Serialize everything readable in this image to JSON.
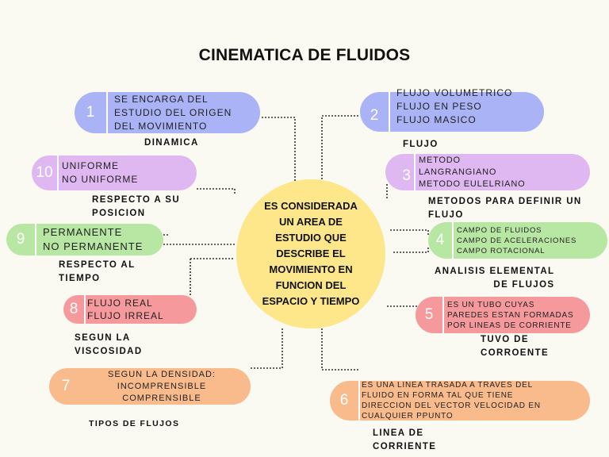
{
  "title": "CINEMATICA DE FLUIDOS",
  "center_text": "ES CONSIDERADA UN AREA DE ESTUDIO QUE DESCRIBE EL MOVIMIENTO EN FUNCION DEL ESPACIO Y TIEMPO",
  "nodes": [
    {
      "number": "1",
      "text": "SE ENCARGA DEL\nESTUDIO DEL ORIGEN\nDEL MOVIMIENTO",
      "label": "DINAMICA",
      "color": "#a9b3f5"
    },
    {
      "number": "2",
      "text": "FLUJO VOLUMETRICO\nFLUJO EN PESO\nFLUJO MASICO",
      "label": "FLUJO",
      "color": "#a9b3f5"
    },
    {
      "number": "3",
      "text": "METODO\nLANGRANGIANO\nMETODO EULELRIANO",
      "label": "METODOS PARA DEFINIR UN\nFLUJO",
      "color": "#dfb8f2"
    },
    {
      "number": "4",
      "text": "CAMPO DE FLUIDOS\nCAMPO DE ACELERACIONES\nCAMPO ROTACIONAL",
      "label": "ANALISIS ELEMENTAL\nDE FLUJOS",
      "color": "#b8e7a3"
    },
    {
      "number": "5",
      "text": "ES UN TUBO CUYAS\nPAREDES ESTAN FORMADAS\nPOR LINEAS DE CORRIENTE",
      "label": "TUVO DE\nCORROENTE",
      "color": "#f6999c"
    },
    {
      "number": "6",
      "text": "ES UNA LINEA TRASADA A TRAVES  DEL\nFLUIDO EN FORMA TAL QUE TIENE\nDIRECCION DEL VECTOR VELOCIDAD EN\nCUALQUIER PPUNTO",
      "label": "LINEA DE\nCORRIENTE",
      "color": "#f9bb8c"
    },
    {
      "number": "7",
      "text": "SEGUN LA DENSIDAD:\nINCOMPRENSIBLE\nCOMPRENSIBLE",
      "label": "TIPOS DE FLUJOS",
      "color": "#f9bb8c"
    },
    {
      "number": "8",
      "text": "FLUJO REAL\nFLUJO IRREAL",
      "label": "SEGUN LA\nVISCOSIDAD",
      "color": "#f6999c"
    },
    {
      "number": "9",
      "text": "PERMANENTE\nNO PERMANENTE",
      "label": "RESPECTO AL\nTIEMPO",
      "color": "#b8e7a3"
    },
    {
      "number": "10",
      "text": "UNIFORME\nNO UNIFORME",
      "label": "RESPECTO A SU\nPOSICION",
      "color": "#dfb8f2"
    }
  ]
}
